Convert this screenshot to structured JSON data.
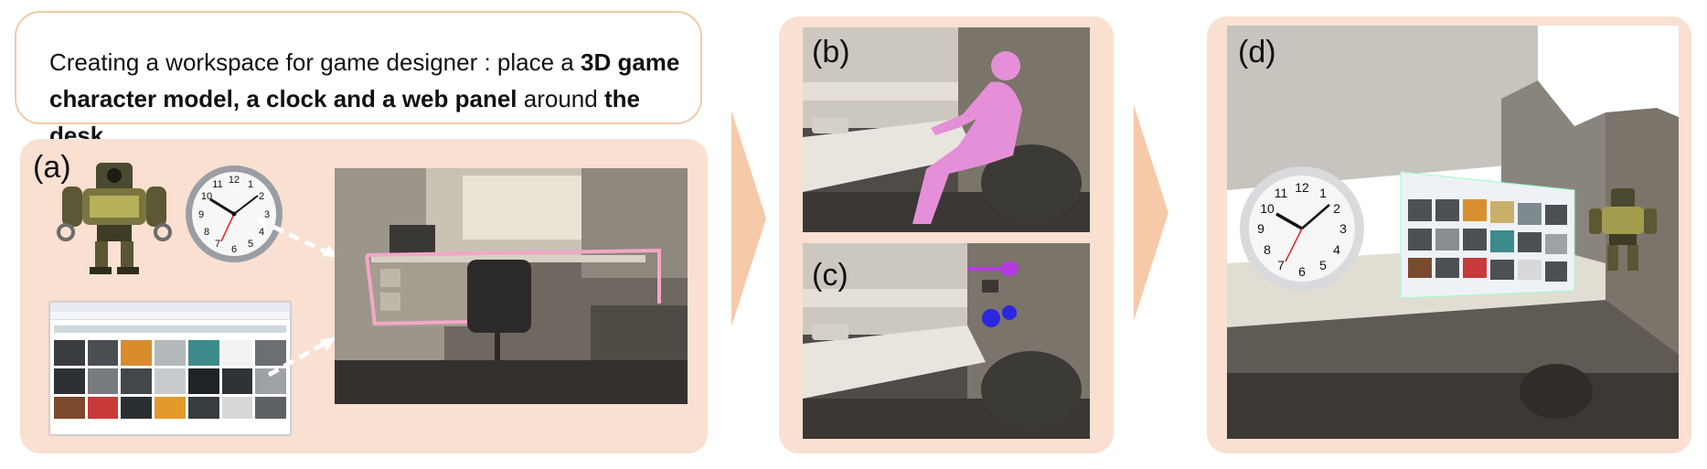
{
  "prompt": {
    "text_1": "Creating a workspace for game designer : place a ",
    "bold_1": "3D game character model, a clock and a web panel",
    "text_2": " around ",
    "bold_2": "the desk",
    "text_3": "."
  },
  "panels": {
    "a": {
      "label": "(a)"
    },
    "b": {
      "label": "(b)"
    },
    "c": {
      "label": "(c)"
    },
    "d": {
      "label": "(d)"
    }
  },
  "clock": {
    "numbers": [
      "12",
      "1",
      "2",
      "3",
      "4",
      "5",
      "6",
      "7",
      "8",
      "9",
      "10",
      "11"
    ]
  },
  "colors": {
    "panel_bg": "#f9e0d1",
    "panel_border": "#f2c8a8",
    "arrow": "#f6c9a9",
    "desk_outline": "#f2a7c6",
    "human_model": "#e58fd8",
    "marker": "#2a27e0",
    "marker_top": "#b43be0"
  },
  "icons": [
    "robot-icon",
    "wall-clock-icon",
    "web-gallery-thumbnail",
    "dashed-arrow-icon",
    "arrow-icon"
  ]
}
